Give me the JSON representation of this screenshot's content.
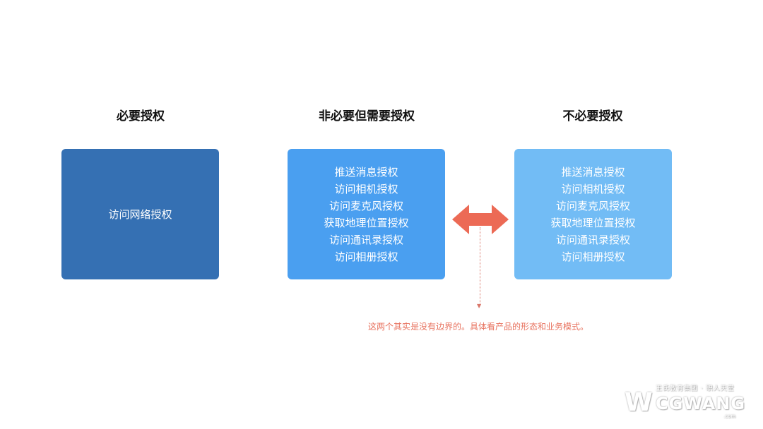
{
  "columns": [
    {
      "title": "必要授权",
      "items": [
        "访问网络授权"
      ],
      "color": "#3570b3"
    },
    {
      "title": "非必要但需要授权",
      "items": [
        "推送消息授权",
        "访问相机授权",
        "访问麦克风授权",
        "获取地理位置授权",
        "访问通讯录授权",
        "访问相册授权"
      ],
      "color": "#4a9ff0"
    },
    {
      "title": "不必要授权",
      "items": [
        "推送消息授权",
        "访问相机授权",
        "访问麦克风授权",
        "获取地理位置授权",
        "访问通讯录授权",
        "访问相册授权"
      ],
      "color": "#72bcf5"
    }
  ],
  "annotation": "这两个其实是没有边界的。具体看产品的形态和业务模式。",
  "arrow_color": "#ec6a55",
  "watermark": {
    "letter": "W",
    "brand": "CGWANG",
    "tagline": "王氏教育集团 · 职人天堂",
    "domain": ".com"
  }
}
